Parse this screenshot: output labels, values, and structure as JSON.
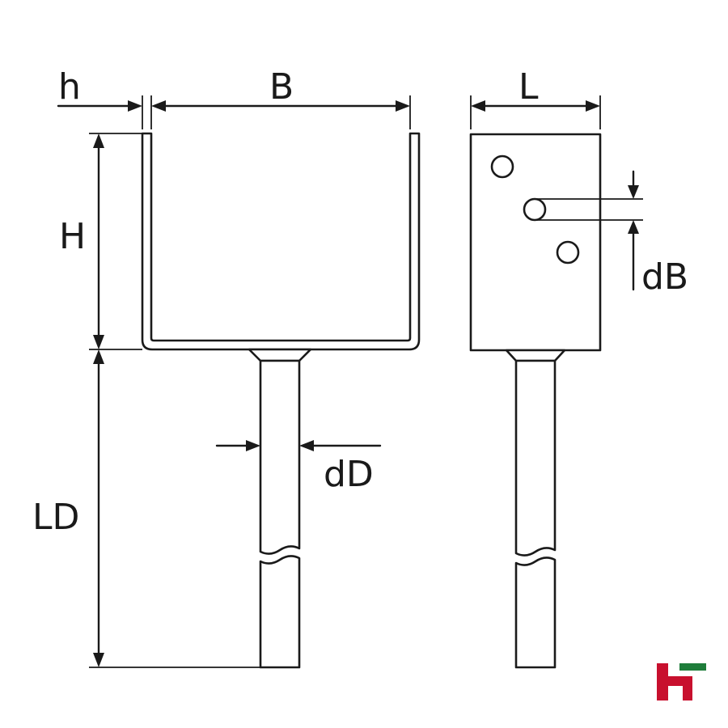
{
  "diagram": {
    "labels": {
      "h": "h",
      "B": "B",
      "L": "L",
      "H": "H",
      "dB": "dB",
      "dD": "dD",
      "LD": "LD"
    },
    "logo": {
      "brand_colors": [
        "#c8102e",
        "#1e7d3a"
      ]
    }
  }
}
